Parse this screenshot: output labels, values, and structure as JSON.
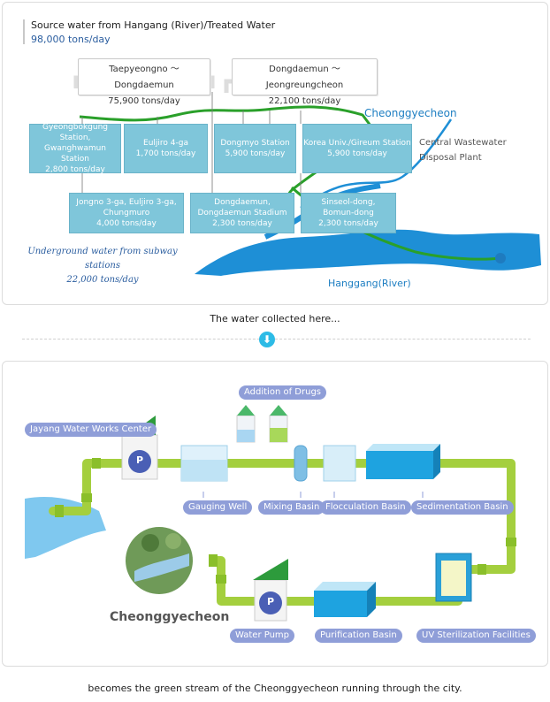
{
  "source": {
    "title": "Source water from Hangang (River)/Treated Water",
    "amount": "98,000 tons/day"
  },
  "segments": [
    {
      "name": "Taepyeongno ～ Dongdaemun",
      "amount": "75,900 tons/day"
    },
    {
      "name": "Dongdaemun ～ Jeongreungcheon",
      "amount": "22,100 tons/day"
    }
  ],
  "stations_top": [
    {
      "line1": "Gyeongbokgung Station,",
      "line2": "Gwanghwamun Station",
      "line3": "2,800 tons/day"
    },
    {
      "line1": "Euljiro 4-ga",
      "line2": "1,700 tons/day"
    },
    {
      "line1": "Dongmyo Station",
      "line2": "5,900 tons/day"
    },
    {
      "line1": "Korea Univ./Gireum Station",
      "line2": "5,900 tons/day"
    }
  ],
  "stations_bottom": [
    {
      "line1": "Jongno 3-ga, Euljiro 3-ga,",
      "line2": "Chungmuro",
      "line3": "4,000 tons/day"
    },
    {
      "line1": "Dongdaemun,",
      "line2": "Dongdaemun Stadium",
      "line3": "2,300 tons/day"
    },
    {
      "line1": "Sinseol-dong,",
      "line2": "Bomun-dong",
      "line3": "2,300 tons/day"
    }
  ],
  "labels": {
    "cheonggyecheon": "Cheonggyecheon",
    "central_line1": "Central Wastewater",
    "central_line2": "Disposal Plant",
    "hanggang": "Hanggang(River)",
    "underground_line1": "Underground water from subway stations",
    "underground_line2": "22,000 tons/day"
  },
  "captions": {
    "middle": "The water collected here...",
    "bottom": "becomes the green stream of the Cheonggyecheon running through the city."
  },
  "process": {
    "works_center": "Jayang Water Works Center",
    "addition_of_drugs": "Addition of Drugs",
    "gauging_well": "Gauging Well",
    "mixing_basin": "Mixing Basin",
    "flocculation_basin": "Flocculation Basin",
    "sedimentation_basin": "Sedimentation Basin",
    "uv_sterilization": "UV Sterilization Facilities",
    "purification_basin": "Purification Basin",
    "water_pump": "Water Pump",
    "cheonggyecheon": "Cheonggyecheon",
    "pump_symbol": "P"
  },
  "colors": {
    "river_blue": "#1e8fd6",
    "pipe_green": "#a4cf3e",
    "stream_green": "#2aa02a",
    "station_box": "#7fc6da",
    "tag_purple": "#8f9ed8",
    "pump_blue": "#4a5fb5"
  }
}
